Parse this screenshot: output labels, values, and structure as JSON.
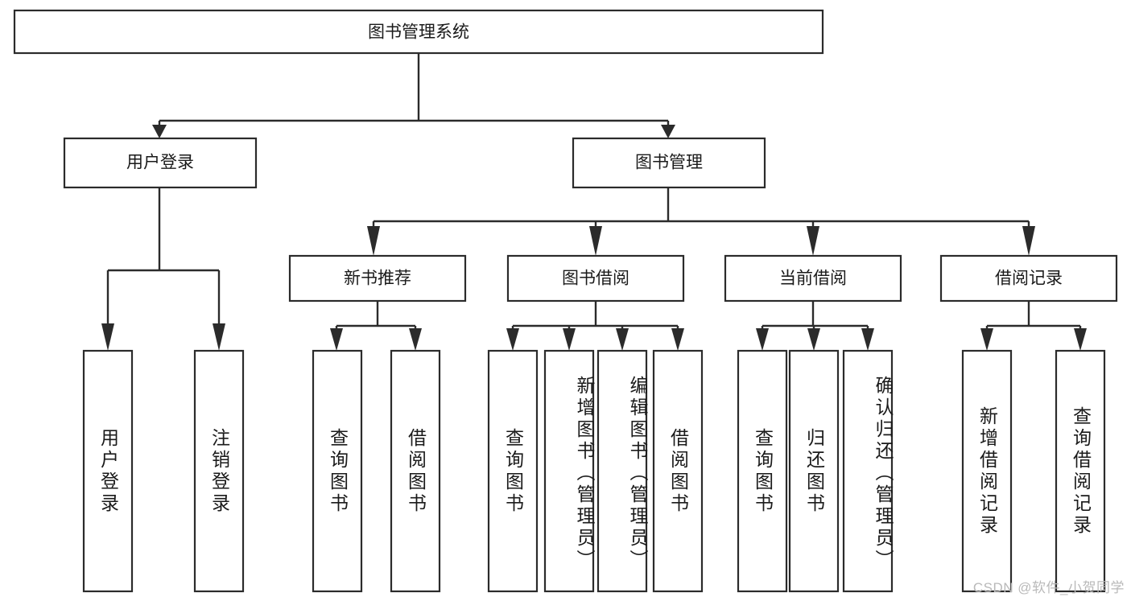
{
  "diagram": {
    "type": "tree",
    "title": "图书管理系统",
    "orientation": "top-down",
    "watermark": "CSDN @软件_小贺同学"
  },
  "root": {
    "label": "图书管理系统"
  },
  "level2": [
    {
      "label": "用户登录"
    },
    {
      "label": "图书管理"
    }
  ],
  "level3": [
    {
      "label": "新书推荐"
    },
    {
      "label": "图书借阅"
    },
    {
      "label": "当前借阅"
    },
    {
      "label": "借阅记录"
    }
  ],
  "leaves": {
    "user_login": [
      {
        "label": "用户登录"
      },
      {
        "label": "注销登录"
      }
    ],
    "new_book": [
      {
        "label": "查询图书"
      },
      {
        "label": "借阅图书"
      }
    ],
    "borrow": [
      {
        "label": "查询图书"
      },
      {
        "label": "新增图书（管理员）"
      },
      {
        "label": "编辑图书（管理员）"
      },
      {
        "label": "借阅图书"
      }
    ],
    "current": [
      {
        "label": "查询图书"
      },
      {
        "label": "归还图书"
      },
      {
        "label": "确认归还（管理员）"
      }
    ],
    "records": [
      {
        "label": "新增借阅记录"
      },
      {
        "label": "查询借阅记录"
      }
    ]
  },
  "colors": {
    "box_border": "#2b2b2b",
    "box_fill": "#ffffff",
    "text": "#1a1a1a",
    "connector": "#2b2b2b",
    "watermark": "#b9b9b9",
    "background": "#ffffff"
  }
}
